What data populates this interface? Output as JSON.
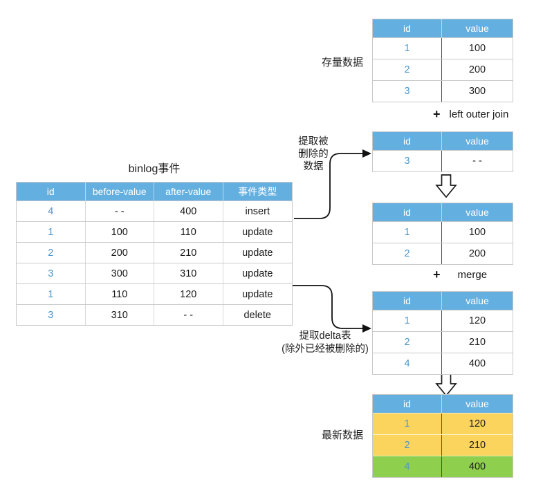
{
  "colors": {
    "header-blue": "#63AFE0",
    "id-blue": "#4D96CA",
    "row-yellow": "#FAD45C",
    "row-green": "#8ED04E",
    "grid-light": "#c9c9c9",
    "divider-dark": "#4a4a4a",
    "arrow-black": "#111111"
  },
  "labels": {
    "binlog_title": "binlog事件",
    "stock_data": "存量数据",
    "latest_data": "最新数据",
    "plus": "+",
    "left_outer_join": "left outer join",
    "merge": "merge",
    "extract_deleted_lines": [
      "提取被",
      "删除的",
      "数据"
    ],
    "extract_delta_lines": [
      "提取delta表",
      "(除外已经被删除的)"
    ]
  },
  "binlog_table": {
    "columns": [
      "id",
      "before-value",
      "after-value",
      "事件类型"
    ],
    "rows": [
      [
        "4",
        "- -",
        "400",
        "insert"
      ],
      [
        "1",
        "100",
        "110",
        "update"
      ],
      [
        "2",
        "200",
        "210",
        "update"
      ],
      [
        "3",
        "300",
        "310",
        "update"
      ],
      [
        "1",
        "110",
        "120",
        "update"
      ],
      [
        "3",
        "310",
        "- -",
        "delete"
      ]
    ]
  },
  "tables": {
    "stock": {
      "columns": [
        "id",
        "value"
      ],
      "rows": [
        [
          "1",
          "100"
        ],
        [
          "2",
          "200"
        ],
        [
          "3",
          "300"
        ]
      ]
    },
    "deleted": {
      "columns": [
        "id",
        "value"
      ],
      "rows": [
        [
          "3",
          "- -"
        ]
      ]
    },
    "joined": {
      "columns": [
        "id",
        "value"
      ],
      "rows": [
        [
          "1",
          "100"
        ],
        [
          "2",
          "200"
        ]
      ]
    },
    "delta": {
      "columns": [
        "id",
        "value"
      ],
      "rows": [
        [
          "1",
          "120"
        ],
        [
          "2",
          "210"
        ],
        [
          "4",
          "400"
        ]
      ]
    },
    "latest": {
      "columns": [
        "id",
        "value"
      ],
      "rows": [
        [
          "1",
          "120"
        ],
        [
          "2",
          "210"
        ],
        [
          "4",
          "400"
        ]
      ],
      "row_colors": [
        "yellow",
        "yellow",
        "green"
      ]
    }
  }
}
